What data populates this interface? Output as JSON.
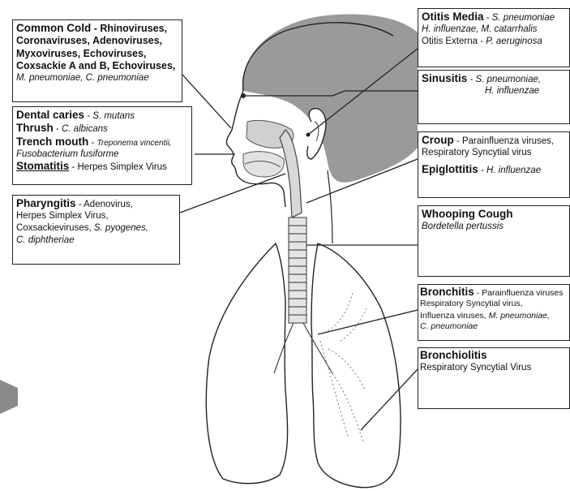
{
  "boxes": {
    "common_cold": {
      "title": "Common Cold",
      "line1": "Rhinoviruses,",
      "line2": "Coronaviruses, Adenoviruses,",
      "line3": "Myxoviruses, Echoviruses,",
      "line4": "Coxsackie A and B, Echoviruses,",
      "line5": "M. pneumoniae, C. pneumoniae"
    },
    "oral": {
      "dental_title": "Dental caries",
      "dental_agent": "S. mutans",
      "thrush_title": "Thrush",
      "thrush_agent": "C. albicans",
      "trench_title": "Trench mouth",
      "trench_agent": "Treponema vincentii,",
      "trench_agent2": "Fusobacterium fusiforme",
      "stomatitis_title": "Stomatitis",
      "stomatitis_agent": "Herpes Simplex Virus"
    },
    "pharyngitis": {
      "title": "Pharyngitis",
      "line1": "Adenovirus,",
      "line2": "Herpes Simplex Virus,",
      "line3a": "Coxsackieviruses, ",
      "line3b": "S. pyogenes,",
      "line4": "C. diphtheriae"
    },
    "otitis": {
      "title": "Otitis Media",
      "agent1": "S. pneumoniae",
      "agent2": "H. influenzae, M. catarrhalis",
      "ext_title": "Otitis Externa",
      "ext_agent": "P. aeruginosa"
    },
    "sinusitis": {
      "title": "Sinusitis",
      "agent1": "S. pneumoniae,",
      "agent2": "H. influenzae"
    },
    "croup": {
      "title": "Croup",
      "line1": "Parainfluenza viruses,",
      "line2": "Respiratory Syncytial virus",
      "epi_title": "Epiglottitis",
      "epi_agent": "H. influenzae"
    },
    "whooping": {
      "title": "Whooping Cough",
      "agent": "Bordetella pertussis"
    },
    "bronchitis": {
      "title": "Bronchitis",
      "line1": "Parainfluenza viruses",
      "line2": "Respiratory Syncytial virus,",
      "line3a": "Influenza viruses, ",
      "line3b": "M. pneumoniae,",
      "line4": "C. pneumoniae"
    },
    "bronchiolitis": {
      "title": "Bronchiolitis",
      "agent": "Respiratory Syncytial Virus"
    }
  },
  "separator": " - ",
  "colors": {
    "brain": "#9a9a9a",
    "line": "#222222"
  }
}
